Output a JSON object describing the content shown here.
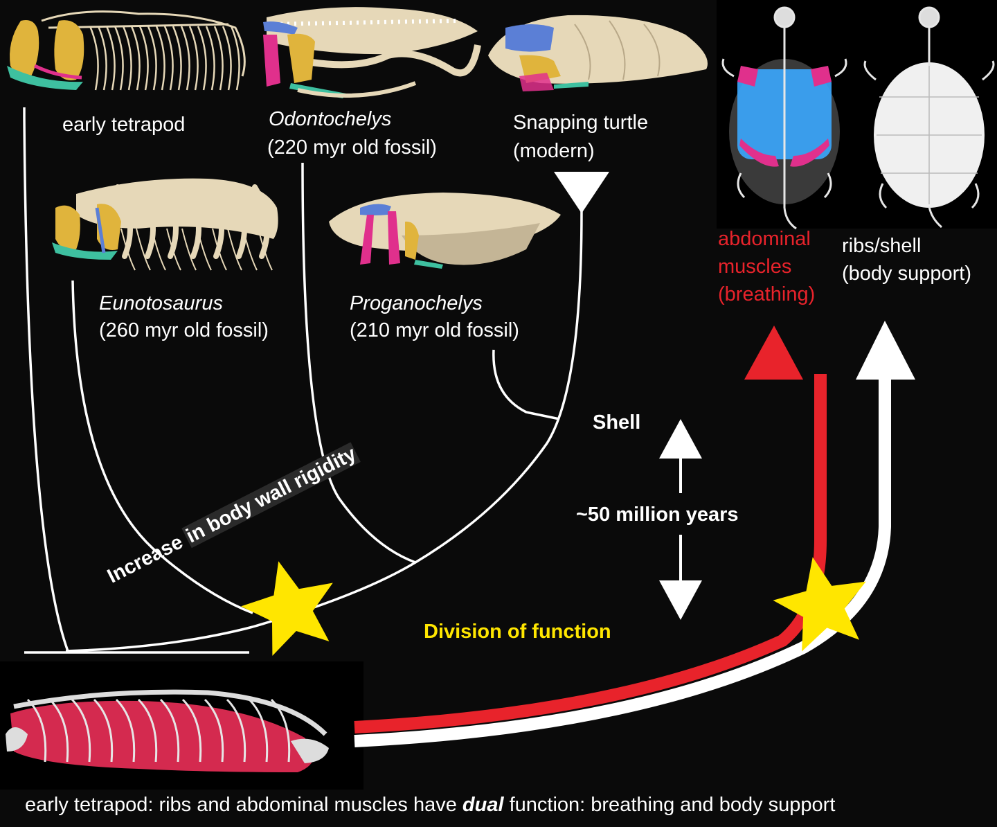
{
  "taxa": {
    "early_tetrapod": {
      "name": "early tetrapod"
    },
    "odontochelys": {
      "name": "Odontochelys",
      "age": "(220 myr old fossil)"
    },
    "snapping_turtle": {
      "name": "Snapping turtle",
      "age": "(modern)"
    },
    "eunotosaurus": {
      "name": "Eunotosaurus",
      "age": "(260 myr old fossil)"
    },
    "proganochelys": {
      "name": "Proganochelys",
      "age": "(210 myr old fossil)"
    }
  },
  "functions": {
    "muscles": {
      "line1": "abdominal",
      "line2": "muscles",
      "line3": "(breathing)"
    },
    "ribs": {
      "line1": "ribs/shell",
      "line2": "(body support)"
    }
  },
  "events": {
    "shell": "Shell",
    "duration": "~50 million years",
    "division": "Division of function",
    "rigidity_part1": "Increase ",
    "rigidity_part2": "in body wall rigidity"
  },
  "caption": {
    "before": "early tetrapod: ribs and abdominal muscles have ",
    "emphasis": "dual",
    "after": " function: breathing and body support"
  },
  "colors": {
    "background": "#0a0a0a",
    "bone": "#e6d8b8",
    "muscle_red": "#e8232b",
    "star_yellow": "#ffe600",
    "scapula_yellow": "#e0b43c",
    "clavicle_blue": "#5b7fd6",
    "pink": "#e0308c",
    "teal": "#3ec0a0",
    "lung_blue": "#3ba8ff"
  }
}
